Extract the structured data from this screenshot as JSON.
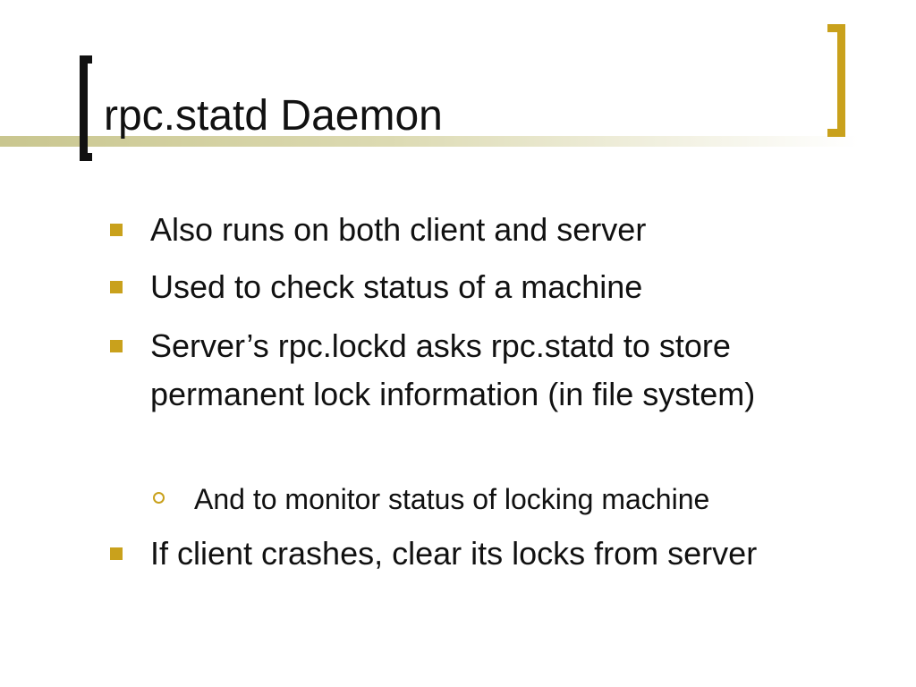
{
  "slide": {
    "title": "rpc.statd Daemon",
    "bullets": [
      {
        "text": "Also runs on both client and server"
      },
      {
        "text": "Used to check status of a machine"
      },
      {
        "text": "Server’s rpc.lockd asks rpc.statd to store permanent lock information (in file system)"
      },
      {
        "text": "If client crashes, clear its locks from server"
      }
    ],
    "sub_bullets": [
      {
        "text": "And to monitor status of locking machine"
      }
    ]
  },
  "colors": {
    "accent": "#c9a11c",
    "title_band": "#c9c68f",
    "text": "#111111"
  },
  "icons": {
    "bullet": "filled-square-bullet-icon",
    "sub_bullet": "hollow-circle-bullet-icon"
  }
}
